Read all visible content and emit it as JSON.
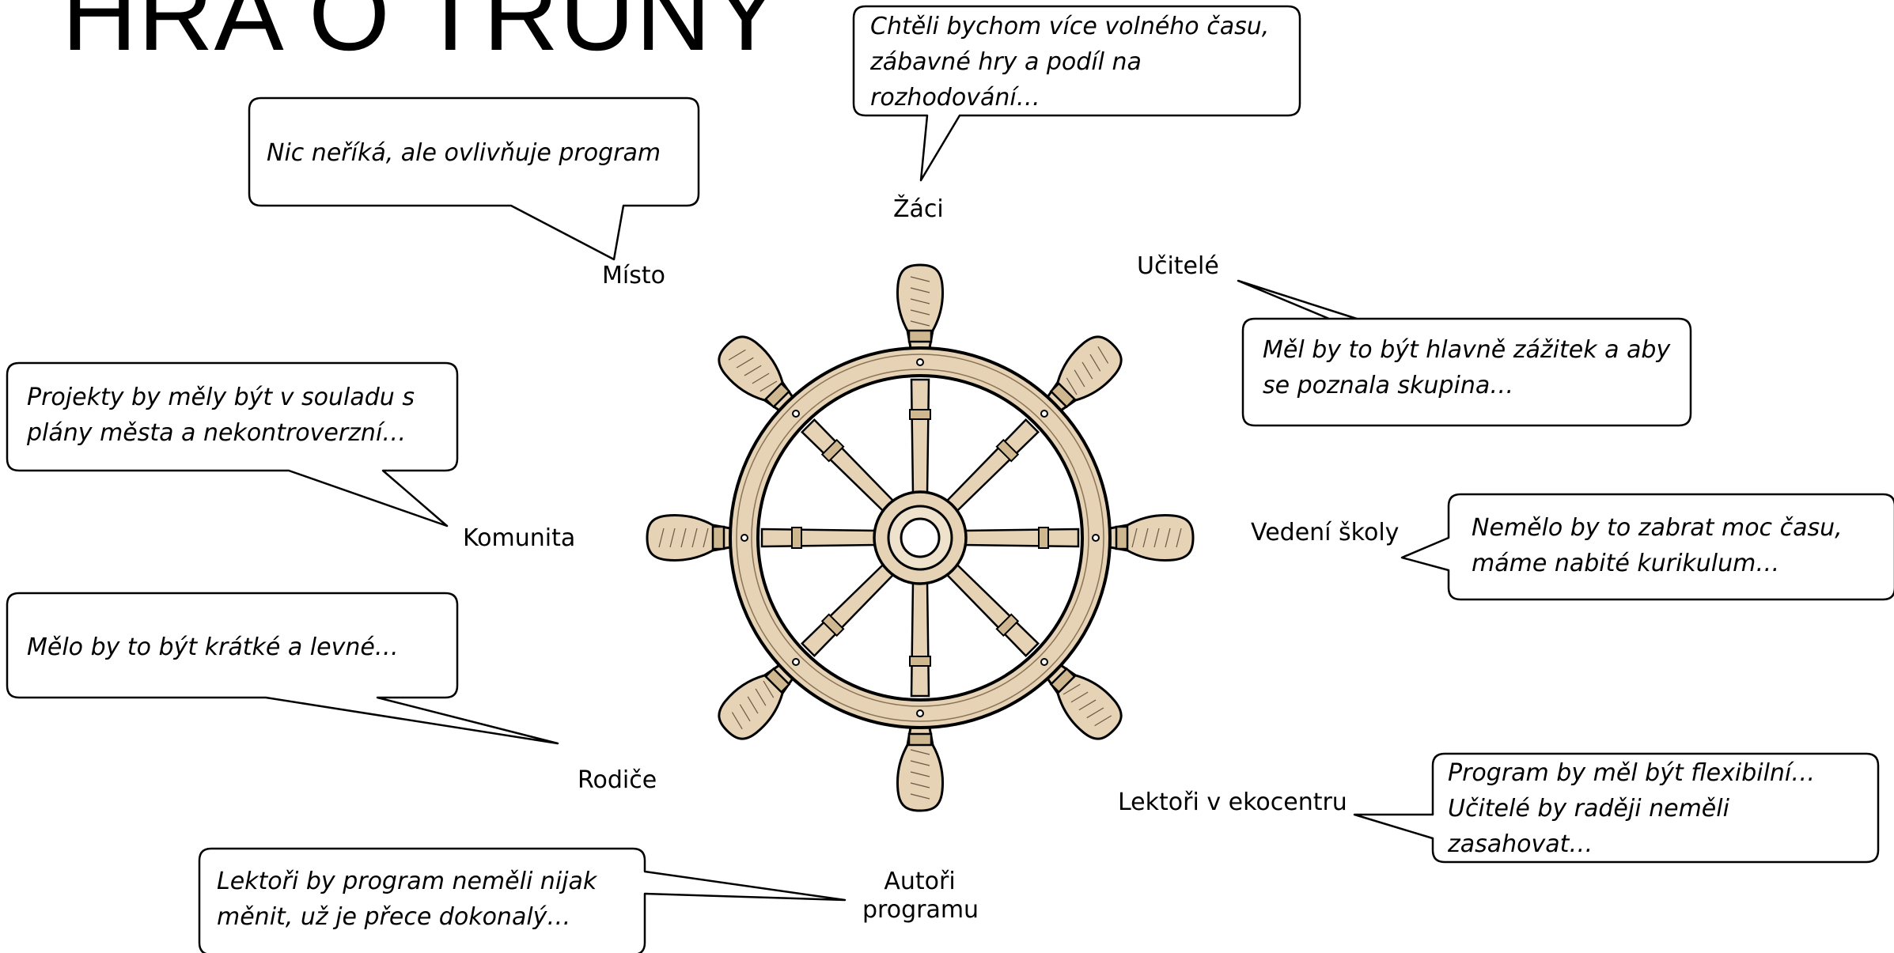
{
  "title": "HRA O TRŮNY",
  "colors": {
    "ink": "#000000",
    "wood": "#e6d2b4",
    "background": "#ffffff"
  },
  "icons": {
    "center": "ship-steering-wheel-icon"
  },
  "stakeholders": [
    {
      "id": "zaci",
      "label": "Žáci",
      "quote": "Chtěli bychom více volného času,\nzábavné hry a podíl na\nrozhodování…"
    },
    {
      "id": "misto",
      "label": "Místo",
      "quote": "Nic neříká, ale ovlivňuje program"
    },
    {
      "id": "ucitele",
      "label": "Učitelé",
      "quote": "Měl by to být hlavně zážitek a aby\nse poznala skupina…"
    },
    {
      "id": "komunita",
      "label": "Komunita",
      "quote": "Projekty by měly být v souladu s\nplány města a nekontroverzní…"
    },
    {
      "id": "vedeni",
      "label": "Vedení školy",
      "quote": "Nemělo by to zabrat moc času,\nmáme nabité kurikulum…"
    },
    {
      "id": "rodice",
      "label": "Rodiče",
      "quote": "Mělo by to být krátké a levné…"
    },
    {
      "id": "lektori",
      "label": "Lektoři v ekocentru",
      "quote": "Program by měl být flexibilní…\nUčitelé by raději neměli\nzasahovat…"
    },
    {
      "id": "autori",
      "label": "Autoři\nprogramu",
      "quote": "Lektoři by program neměli nijak\nměnit, už je přece dokonalý…"
    }
  ]
}
